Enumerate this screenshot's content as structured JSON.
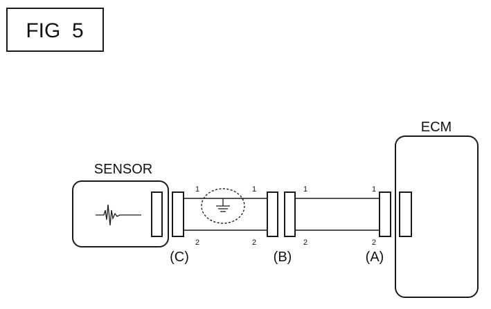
{
  "figure": {
    "title": "FIG  5"
  },
  "components": {
    "sensor": {
      "label": "SENSOR"
    },
    "ecm": {
      "label": "ECM"
    }
  },
  "connectors": {
    "c": {
      "label": "(C)",
      "pin_top": "1",
      "pin_bottom": "2"
    },
    "b_left": {
      "pin_top": "1",
      "pin_bottom": "2"
    },
    "b": {
      "label": "(B)",
      "pin_top": "1",
      "pin_bottom": "2"
    },
    "a": {
      "label": "(A)",
      "pin_top": "1",
      "pin_bottom": "2"
    }
  }
}
